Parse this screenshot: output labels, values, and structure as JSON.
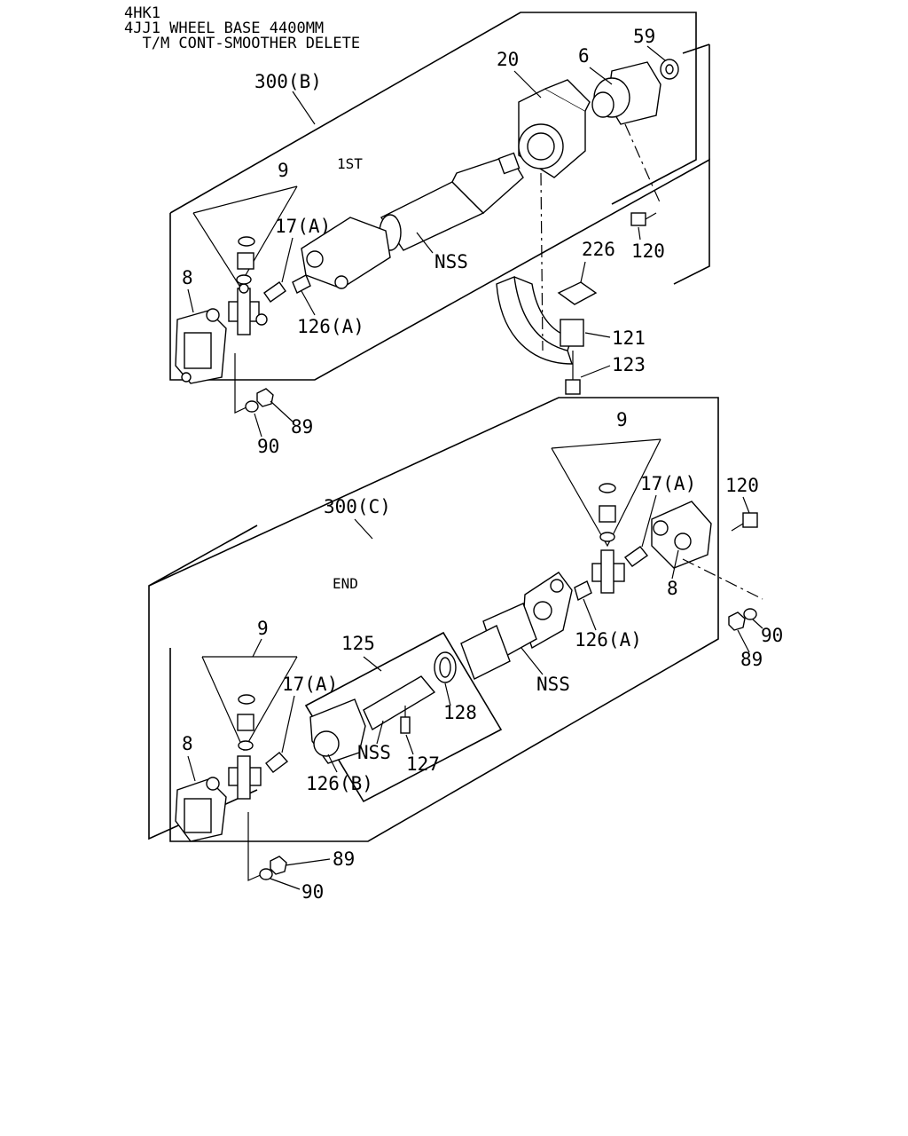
{
  "header": {
    "lines": [
      "4HK1",
      "4JJ1 WHEEL BASE 4400MM",
      "  T/M CONT-SMOOTHER DELETE"
    ]
  },
  "sections": {
    "first": "1ST",
    "end": "END"
  },
  "parts": {
    "shaft_b": "300(B)",
    "shaft_c": "300(C)",
    "p20": "20",
    "p6": "6",
    "p59": "59",
    "p9_a": "9",
    "p9_b": "9",
    "p9_c": "9",
    "p17a_a": "17(A)",
    "p17a_b": "17(A)",
    "p17a_c": "17(A)",
    "p8_a": "8",
    "p8_b": "8",
    "p8_c": "8",
    "nss_a": "NSS",
    "nss_b": "NSS",
    "nss_c": "NSS",
    "p120_a": "120",
    "p120_b": "120",
    "p226": "226",
    "p121": "121",
    "p123": "123",
    "p126a_a": "126(A)",
    "p126a_b": "126(A)",
    "p126b": "126(B)",
    "p89_a": "89",
    "p89_b": "89",
    "p89_c": "89",
    "p90_a": "90",
    "p90_b": "90",
    "p90_c": "90",
    "p125": "125",
    "p128": "128",
    "p127": "127"
  }
}
